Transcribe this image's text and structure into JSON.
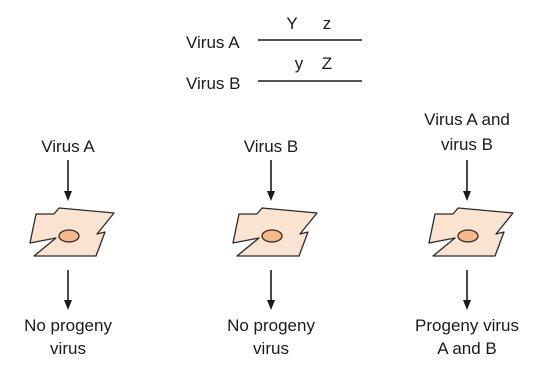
{
  "genotypes": [
    {
      "name": "Virus A",
      "gene1": "Y",
      "gene2": "z"
    },
    {
      "name": "Virus B",
      "gene1": "y",
      "gene2": "Z"
    }
  ],
  "panels": [
    {
      "top": [
        "Virus A"
      ],
      "bottom": [
        "No progeny",
        "virus"
      ]
    },
    {
      "top": [
        "Virus B"
      ],
      "bottom": [
        "No progeny",
        "virus"
      ]
    },
    {
      "top": [
        "Virus A and",
        "virus B"
      ],
      "bottom": [
        "Progeny virus",
        "A and B"
      ]
    }
  ],
  "colors": {
    "cell": "#fbe3d2",
    "nucleus": "#f3b98a",
    "ink": "#1a1a1a"
  }
}
